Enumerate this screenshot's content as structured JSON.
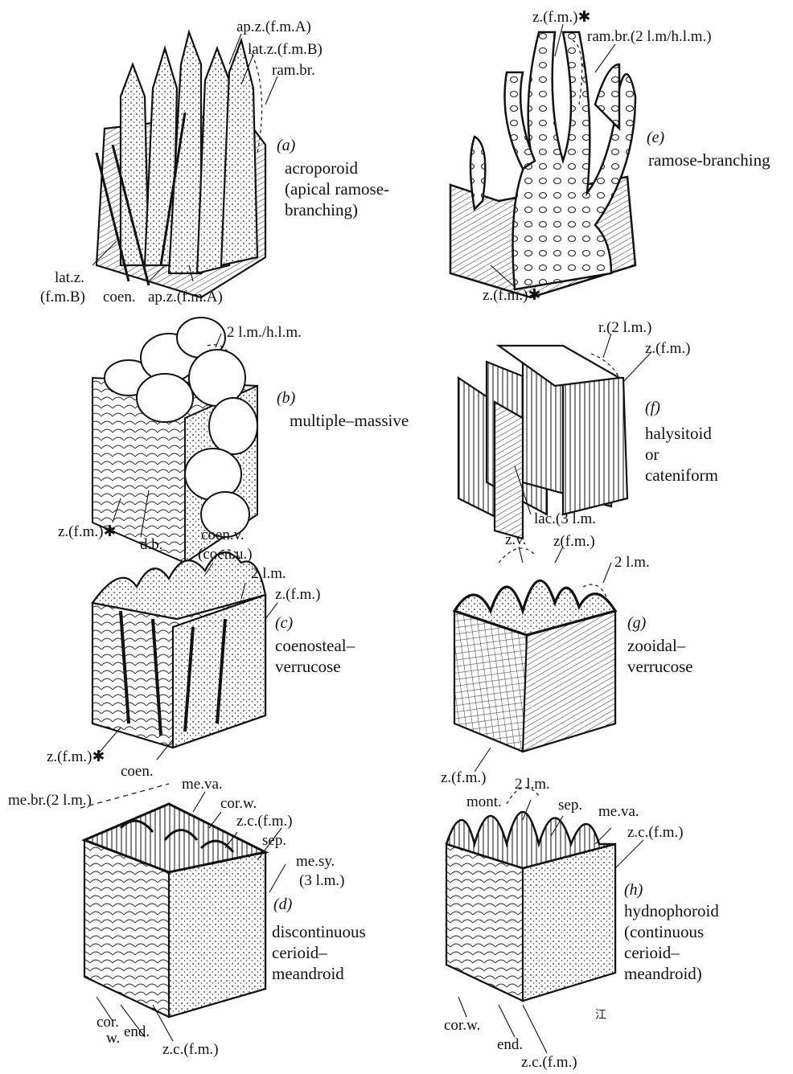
{
  "panels": {
    "a": {
      "letter": "(a)",
      "title": [
        "acroporoid",
        "(apical ramose-",
        "branching)"
      ],
      "labels": [
        "ap.z.(f.m.A)",
        "lat.z.(f.m.B)",
        "ram.br.",
        "lat.z.",
        "(f.m.B)",
        "coen.",
        "ap.z.(f.m.A)"
      ]
    },
    "b": {
      "letter": "(b)",
      "title": [
        "multiple–massive"
      ],
      "labels": [
        "2 l.m./h.l.m.",
        "z.(f.m.)✱",
        "d.b."
      ]
    },
    "c": {
      "letter": "(c)",
      "title": [
        "coenosteal–",
        "verrucose"
      ],
      "labels": [
        "coen.v.",
        "(coen.u.)",
        "2 l.m.",
        "z.(f.m.)",
        "z.(f.m.)✱",
        "coen."
      ]
    },
    "d": {
      "letter": "(d)",
      "title": [
        "discontinuous",
        "cerioid–",
        "meandroid"
      ],
      "labels": [
        "me.va.",
        "cor.w.",
        "me.br.(2 l.m.)",
        "z.c.(f.m.)",
        "sep.",
        "me.sy.",
        "(3 l.m.)",
        "cor.",
        "w.",
        "end.",
        "z.c.(f.m.)"
      ]
    },
    "e": {
      "letter": "(e)",
      "title": [
        "ramose-branching"
      ],
      "labels": [
        "z.(f.m.)✱",
        "ram.br.(2 l.m/h.l.m.)",
        "z.(f.m.)✱"
      ]
    },
    "f": {
      "letter": "(f)",
      "title": [
        "halysitoid",
        "or",
        "cateniform"
      ],
      "labels": [
        "r.(2 l.m.)",
        "z.(f.m.)",
        "lac.(3 l.m."
      ]
    },
    "g": {
      "letter": "(g)",
      "title": [
        "zooidal–",
        "verrucose"
      ],
      "labels": [
        "z.v.",
        "z(f.m.)",
        "2 l.m.",
        "z.(f.m.)"
      ]
    },
    "h": {
      "letter": "(h)",
      "title": [
        "hydnophoroid",
        "(continuous",
        "cerioid–",
        "meandroid)"
      ],
      "labels": [
        "2 l.m.",
        "mont.",
        "sep.",
        "me.va.",
        "z.c.(f.m.)",
        "cor.w.",
        "end.",
        "z.c.(f.m.)"
      ]
    }
  },
  "artist_mark": "江"
}
